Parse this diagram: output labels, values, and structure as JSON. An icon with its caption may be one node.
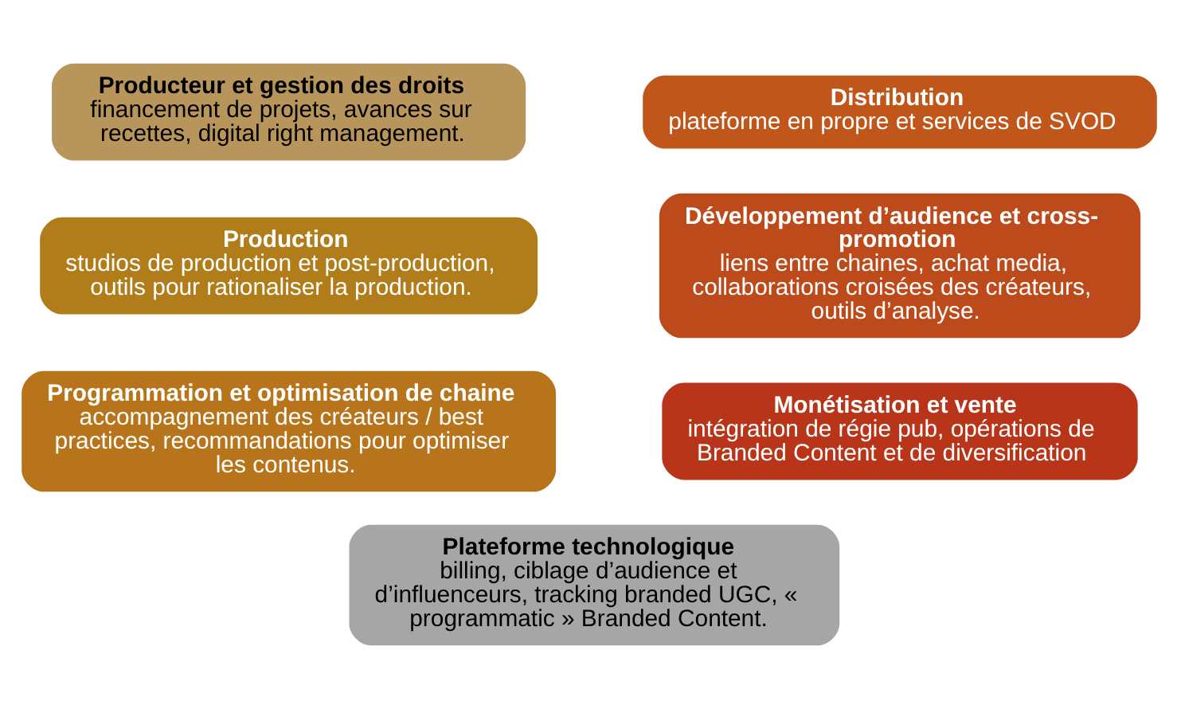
{
  "diagram": {
    "nodes": [
      {
        "text": [
          "Producteur et gestion des droits",
          "financement de projets, avances sur recettes, digital right management."
        ]
      },
      {
        "text": [
          "Distribution",
          "plateforme en propre et services de SVOD"
        ]
      },
      {
        "text": [
          "Production",
          "studios de production et post-production, outils pour rationaliser la production."
        ]
      },
      {
        "text": [
          "Développement d’audience et cross-promotion",
          "liens entre chaines, achat media, collaborations croisées des créateurs, outils d’analyse."
        ]
      },
      {
        "text": [
          "Programmation et optimisation de chaine",
          "accompagnement des créateurs / best practices, recommandations pour optimiser les contenus."
        ]
      },
      {
        "text": [
          "Monétisation et vente",
          "intégration de régie pub, opérations de Branded Content et de diversification"
        ]
      },
      {
        "text": [
          "Plateforme technologique",
          "billing, ciblage d’audience et d’influenceurs, tracking branded UGC, « programmatic » Branded Content."
        ]
      }
    ]
  }
}
